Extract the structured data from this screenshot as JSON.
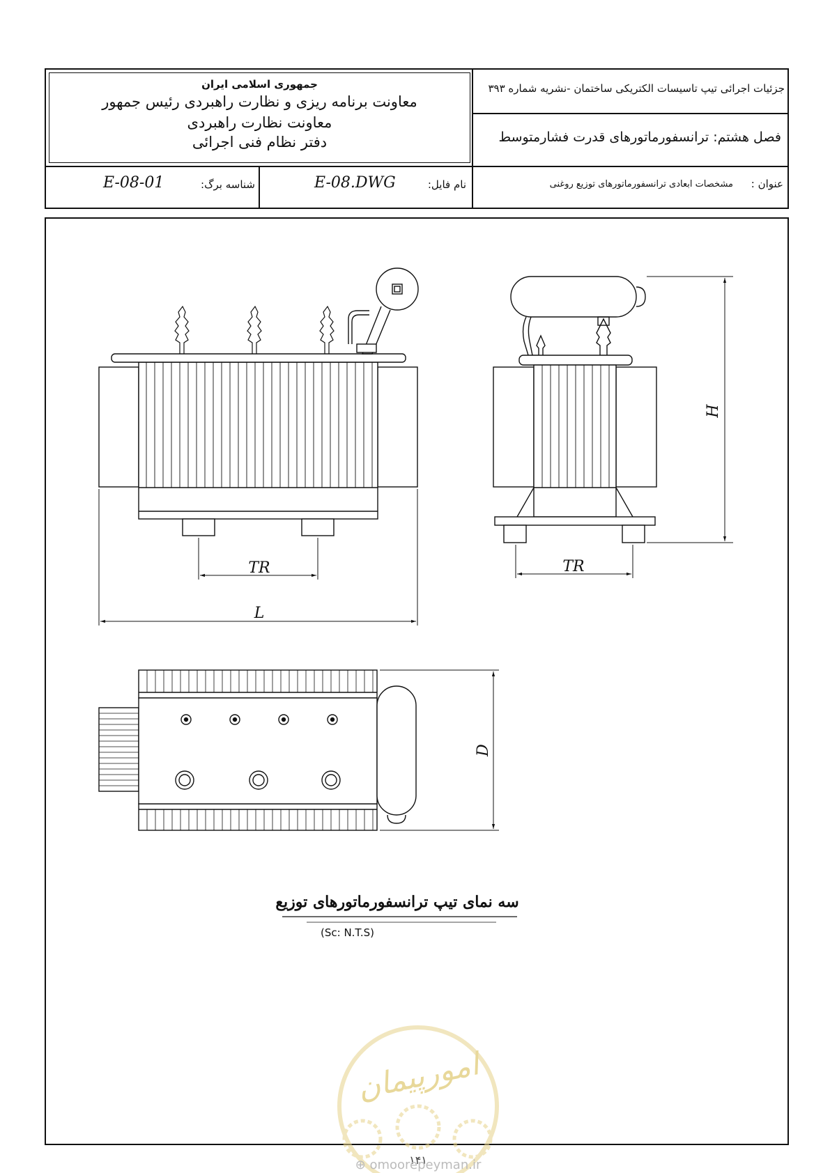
{
  "header": {
    "org_line1": "جمهوری اسلامی ایران",
    "org_line2": "معاونت برنامه ریزی و نظارت راهبردی رئیس جمهور",
    "org_line3": "معاونت نظارت راهبردی",
    "org_line4": "دفتر نظام فنی اجرائی",
    "publication": "جزئیات اجرائی تیپ تاسیسات الکتریکی ساختمان -نشریه شماره ۳۹۳",
    "chapter": "فصل هشتم: ترانسفورماتورهای قدرت فشارمتوسط",
    "sheet_id_label": "شناسه برگ:",
    "sheet_id_value": "E-08-01",
    "file_label": "نام فایل:",
    "file_value": "E-08.DWG",
    "title_label": "عنوان :",
    "title_value": "مشخصات ابعادی ترانسفورماتورهای توزیع روغنی"
  },
  "drawing": {
    "dim_tr_front": "TR",
    "dim_l": "L",
    "dim_tr_side": "TR",
    "dim_h": "H",
    "dim_d": "D"
  },
  "caption": {
    "title": "سه نمای تیپ ترانسفورماتورهای توزیع",
    "scale": "(Sc: N.T.S)"
  },
  "watermark": {
    "logo_text": "امورپیمان",
    "page_number": "۱۴۱",
    "url": "omoorepeyman.ir"
  }
}
